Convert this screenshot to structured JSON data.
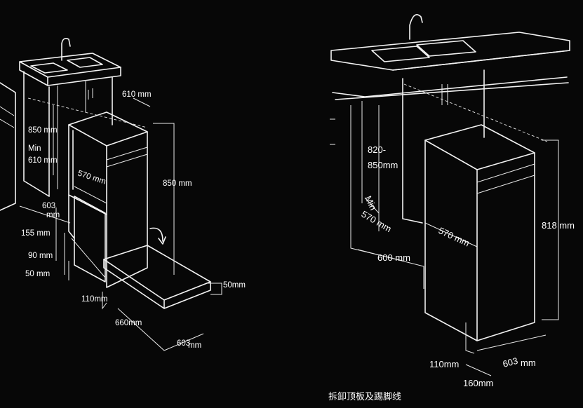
{
  "left_diagram": {
    "labels": {
      "d610_top": "610 mm",
      "d850_left": "850 mm",
      "min": "Min",
      "d610_left": "610 mm",
      "d570": "570 mm",
      "d850_right": "850 mm",
      "d603_a": "603",
      "d603_b": "mm",
      "d155": "155 mm",
      "d90": "90 mm",
      "d50": "50 mm",
      "d110": "110mm",
      "d660": "660mm",
      "d50_right": "50mm",
      "d603_bottom_a": "603",
      "d603_bottom_b": "mm"
    }
  },
  "right_diagram": {
    "labels": {
      "d820": "820-",
      "d850": "850mm",
      "min": "Min",
      "d570_side": "570 mm",
      "d600": "600 mm",
      "d570_front": "570 mm",
      "d818": "818 mm",
      "d110": "110mm",
      "d603_a": "603",
      "d603_b": "mm",
      "d160": "160mm"
    }
  },
  "caption": "拆卸顶板及踢脚线"
}
